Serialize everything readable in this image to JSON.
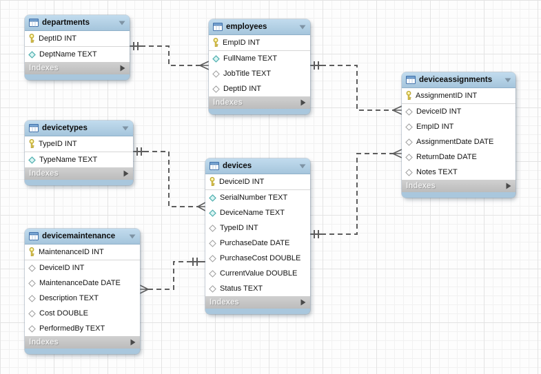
{
  "diagram": {
    "tables": [
      {
        "name": "departments",
        "footer": "Indexes",
        "fields": [
          {
            "icon": "key-icon",
            "label": "DeptID INT"
          },
          {
            "icon": "diamond-filled-icon",
            "label": "DeptName TEXT"
          }
        ]
      },
      {
        "name": "employees",
        "footer": "Indexes",
        "fields": [
          {
            "icon": "key-icon",
            "label": "EmpID INT"
          },
          {
            "icon": "diamond-filled-icon",
            "label": "FullName TEXT"
          },
          {
            "icon": "diamond-open-icon",
            "label": "JobTitle TEXT"
          },
          {
            "icon": "diamond-open-icon",
            "label": "DeptID INT"
          }
        ]
      },
      {
        "name": "devicetypes",
        "footer": "Indexes",
        "fields": [
          {
            "icon": "key-icon",
            "label": "TypeID INT"
          },
          {
            "icon": "diamond-filled-icon",
            "label": "TypeName TEXT"
          }
        ]
      },
      {
        "name": "devices",
        "footer": "Indexes",
        "fields": [
          {
            "icon": "key-icon",
            "label": "DeviceID INT"
          },
          {
            "icon": "diamond-filled-icon",
            "label": "SerialNumber TEXT"
          },
          {
            "icon": "diamond-filled-icon",
            "label": "DeviceName TEXT"
          },
          {
            "icon": "diamond-open-icon",
            "label": "TypeID INT"
          },
          {
            "icon": "diamond-open-icon",
            "label": "PurchaseDate DATE"
          },
          {
            "icon": "diamond-open-icon",
            "label": "PurchaseCost DOUBLE"
          },
          {
            "icon": "diamond-open-icon",
            "label": "CurrentValue DOUBLE"
          },
          {
            "icon": "diamond-open-icon",
            "label": "Status TEXT"
          }
        ]
      },
      {
        "name": "devicemaintenance",
        "footer": "Indexes",
        "fields": [
          {
            "icon": "key-icon",
            "label": "MaintenanceID INT"
          },
          {
            "icon": "diamond-open-icon",
            "label": "DeviceID INT"
          },
          {
            "icon": "diamond-open-icon",
            "label": "MaintenanceDate DATE"
          },
          {
            "icon": "diamond-open-icon",
            "label": "Description TEXT"
          },
          {
            "icon": "diamond-open-icon",
            "label": "Cost DOUBLE"
          },
          {
            "icon": "diamond-open-icon",
            "label": "PerformedBy TEXT"
          }
        ]
      },
      {
        "name": "deviceassignments",
        "footer": "Indexes",
        "fields": [
          {
            "icon": "key-icon",
            "label": "AssignmentID INT"
          },
          {
            "icon": "diamond-open-icon",
            "label": "DeviceID INT"
          },
          {
            "icon": "diamond-open-icon",
            "label": "EmpID INT"
          },
          {
            "icon": "diamond-open-icon",
            "label": "AssignmentDate DATE"
          },
          {
            "icon": "diamond-open-icon",
            "label": "ReturnDate DATE"
          },
          {
            "icon": "diamond-open-icon",
            "label": "Notes TEXT"
          }
        ]
      }
    ],
    "relationships": [
      {
        "from": "departments",
        "to": "employees",
        "cardinality": "one-to-many",
        "line": "dashed"
      },
      {
        "from": "devicetypes",
        "to": "devices",
        "cardinality": "one-to-many",
        "line": "dashed"
      },
      {
        "from": "devices",
        "to": "devicemaintenance",
        "cardinality": "one-to-many",
        "line": "dashed"
      },
      {
        "from": "employees",
        "to": "deviceassignments",
        "cardinality": "one-to-many",
        "line": "dashed"
      },
      {
        "from": "devices",
        "to": "deviceassignments",
        "cardinality": "one-to-many",
        "line": "dashed"
      }
    ],
    "colors": {
      "table_header": "#aecde4",
      "table_footer": "#c6c6c6",
      "table_bottom_edge": "#a9c7dd",
      "connector": "#5c5c5c",
      "key_icon": "#e9d054",
      "diamond_filled": "#b5e6e4",
      "grid_minor": "#f1f1f1",
      "grid_major": "#e3e3e3"
    }
  }
}
